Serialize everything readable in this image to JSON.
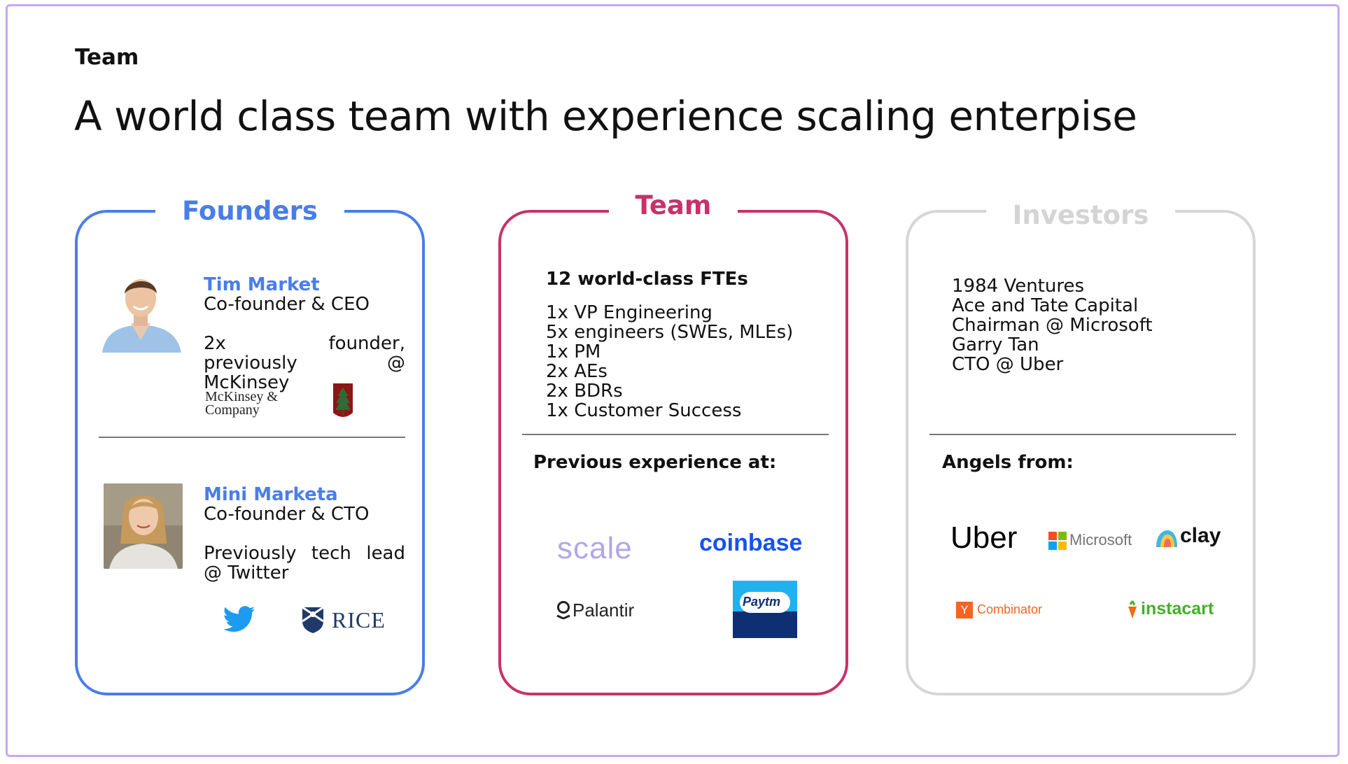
{
  "slide": {
    "kicker": "Team",
    "headline": "A world class team with experience scaling enterpise"
  },
  "founders": {
    "title": "Founders",
    "people": [
      {
        "name": "Tim Market",
        "role": "Co-founder & CEO",
        "bio": "2x founder, previously @ McKinsey",
        "logos": [
          "McKinsey & Company",
          "Stanford"
        ]
      },
      {
        "name": "Mini Marketa",
        "role": "Co-founder & CTO",
        "bio": "Previously tech lead @ Twitter",
        "logos": [
          "Twitter",
          "RICE"
        ]
      }
    ]
  },
  "team": {
    "title": "Team",
    "headline": "12 world-class FTEs",
    "roles": [
      "1x VP Engineering",
      "5x engineers (SWEs, MLEs)",
      "1x PM",
      "2x AEs",
      "2x BDRs",
      "1x Customer Success"
    ],
    "experience_label": "Previous experience at:",
    "companies": [
      "scale",
      "coinbase",
      "Palantir",
      "Paytm"
    ]
  },
  "investors": {
    "title": "Investors",
    "list": [
      "1984 Ventures",
      "Ace and Tate Capital",
      "Chairman @ Microsoft",
      "Garry Tan",
      "CTO @ Uber"
    ],
    "angels_label": "Angels from:",
    "angels": [
      "Uber",
      "Microsoft",
      "clay",
      "Combinator",
      "instacart"
    ],
    "yc_mark": "Y"
  },
  "colors": {
    "founders_accent": "#4a7de8",
    "team_accent": "#c7326b",
    "investors_accent": "#d6d6d6",
    "frame": "#c9a6f2"
  }
}
